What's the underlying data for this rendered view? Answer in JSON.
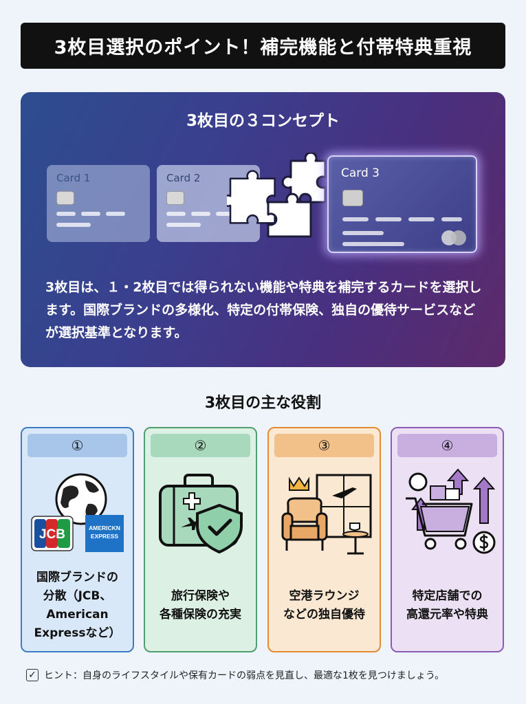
{
  "header": {
    "title": "3枚目選択のポイント！補完機能と付帯特典重視"
  },
  "concept": {
    "title": "3枚目の３コンセプト",
    "cards": [
      {
        "label": "Card 1"
      },
      {
        "label": "Card 2"
      },
      {
        "label": "Card 3"
      }
    ],
    "description": "3枚目は、１・2枚目では得られない機能や特典を補完するカードを選択します。国際ブランドの多様化、特定の付帯保険、独自の優待サービスなどが選択基準となります。"
  },
  "roles": {
    "title": "3枚目の主な役割",
    "items": [
      {
        "number": "①",
        "text": "国際ブランドの\n分散（JCB、\nAmerican\nExpressなど）",
        "icon": "globe-brand-icon",
        "color": "#3d7ac4"
      },
      {
        "number": "②",
        "text": "旅行保険や\n各種保険の充実",
        "icon": "suitcase-shield-icon",
        "color": "#4f9e6e"
      },
      {
        "number": "③",
        "text": "空港ラウンジ\nなどの独自優待",
        "icon": "lounge-icon",
        "color": "#e18c34"
      },
      {
        "number": "④",
        "text": "特定店舗での\n高還元率や特典",
        "icon": "shopping-cart-icon",
        "color": "#8a5cb8"
      }
    ],
    "brand_logos": {
      "jcb": "JCB",
      "amex_line1": "AMERICKN",
      "amex_line2": "EXPRESS"
    }
  },
  "hint": {
    "text": "ヒント：自身のライフスタイルや保有カードの弱点を見直し、最適な1枚を見つけましょう。"
  }
}
